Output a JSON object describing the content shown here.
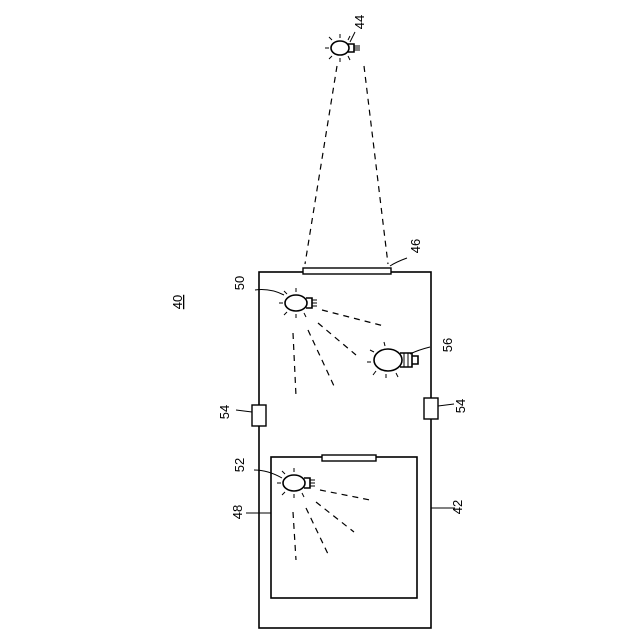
{
  "labels": {
    "system": "40",
    "outer_box": "42",
    "external_lamp": "44",
    "window": "46",
    "inner_box": "48",
    "lamp_upper": "50",
    "lamp_inner": "52",
    "sensor_left": "54",
    "sensor_right": "54",
    "bulb_big": "56"
  }
}
